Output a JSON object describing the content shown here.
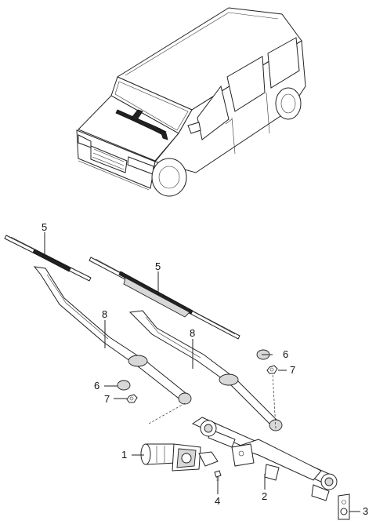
{
  "diagram": {
    "callouts": [
      {
        "id": "wiper-blade-left",
        "label": "5"
      },
      {
        "id": "wiper-blade-right",
        "label": "5"
      },
      {
        "id": "wiper-arm-left",
        "label": "8"
      },
      {
        "id": "wiper-arm-right",
        "label": "8"
      },
      {
        "id": "cap-right",
        "label": "6"
      },
      {
        "id": "nut-right",
        "label": "7"
      },
      {
        "id": "cap-left",
        "label": "6"
      },
      {
        "id": "nut-left",
        "label": "7"
      },
      {
        "id": "wiper-motor",
        "label": "1"
      },
      {
        "id": "bolt",
        "label": "4"
      },
      {
        "id": "linkage",
        "label": "2"
      },
      {
        "id": "bracket",
        "label": "3"
      }
    ]
  }
}
